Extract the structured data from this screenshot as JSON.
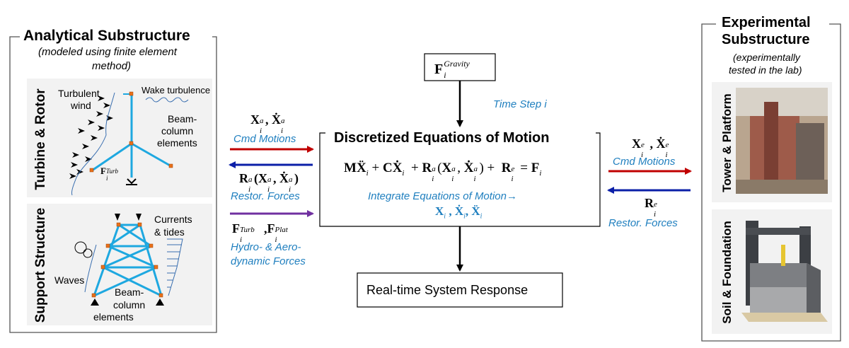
{
  "analytical": {
    "title": "Analytical Substructure",
    "subtitle_line1": "(modeled using finite element",
    "subtitle_line2": "method)",
    "turbine_panel": {
      "side_label": "Turbine & Rotor",
      "turbulent_wind_1": "Turbulent",
      "turbulent_wind_2": "wind",
      "wake": "Wake turbulence",
      "beam_1": "Beam-",
      "beam_2": "column",
      "beam_3": "elements",
      "force_base": "F",
      "force_sup": "Turb",
      "force_sub": "i"
    },
    "support_panel": {
      "side_label": "Support Structure",
      "currents_1": "Currents",
      "currents_2": "& tides",
      "waves": "Waves",
      "beam_1": "Beam-",
      "beam_2": "column",
      "beam_3": "elements"
    }
  },
  "experimental": {
    "title_1": "Experimental",
    "title_2": "Substructure",
    "subtitle_1": "(experimentally",
    "subtitle_2": "tested in the lab)",
    "panel_top_label": "Tower & Platform",
    "panel_bottom_label": "Soil & Foundation"
  },
  "center": {
    "gravity_base": "F",
    "gravity_sup": "Gravity",
    "gravity_sub": "i",
    "time_step": "Time Step i",
    "eom_title": "Discretized Equations of Motion",
    "integrate_label": "Integrate Equations of Motion→",
    "response": "Real-time System Response"
  },
  "left_arrows": {
    "cmd_motions": "Cmd Motions",
    "restor_forces": "Restor. Forces",
    "hydro_1": "Hydro- & Aero-",
    "hydro_2": "dynamic Forces"
  },
  "right_arrows": {
    "cmd_motions": "Cmd Motions",
    "restor_forces": "Restor. Forces"
  },
  "colors": {
    "red_arrow": "#c00000",
    "blue_arrow": "#0b1fa8",
    "purple_arrow": "#7030a0",
    "label_blue": "#1f7fbf",
    "structure_cyan": "#1ea8e0",
    "node_orange": "#e8701a"
  }
}
